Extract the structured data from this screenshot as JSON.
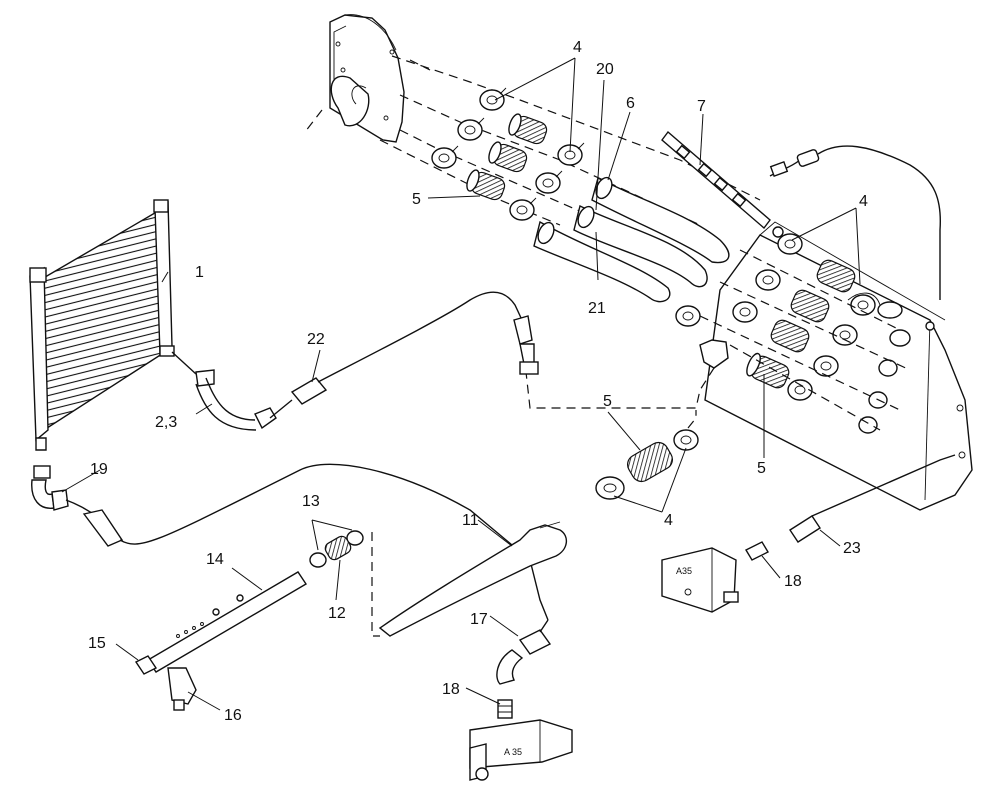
{
  "diagram": {
    "callouts": [
      {
        "id": "c1",
        "label": "1"
      },
      {
        "id": "c2_3",
        "label": "2,3"
      },
      {
        "id": "c4a",
        "label": "4"
      },
      {
        "id": "c4b",
        "label": "4"
      },
      {
        "id": "c4c",
        "label": "4"
      },
      {
        "id": "c5a",
        "label": "5"
      },
      {
        "id": "c5b",
        "label": "5"
      },
      {
        "id": "c5c",
        "label": "5"
      },
      {
        "id": "c6",
        "label": "6"
      },
      {
        "id": "c7",
        "label": "7"
      },
      {
        "id": "c11",
        "label": "11"
      },
      {
        "id": "c12",
        "label": "12"
      },
      {
        "id": "c13",
        "label": "13"
      },
      {
        "id": "c14",
        "label": "14"
      },
      {
        "id": "c15",
        "label": "15"
      },
      {
        "id": "c16",
        "label": "16"
      },
      {
        "id": "c17",
        "label": "17"
      },
      {
        "id": "c18a",
        "label": "18"
      },
      {
        "id": "c18b",
        "label": "18"
      },
      {
        "id": "c19",
        "label": "19"
      },
      {
        "id": "c20",
        "label": "20"
      },
      {
        "id": "c21",
        "label": "21"
      },
      {
        "id": "c22",
        "label": "22"
      },
      {
        "id": "c23",
        "label": "23"
      }
    ],
    "valve_tags": {
      "upper": "A35",
      "lower": "A 35"
    }
  }
}
